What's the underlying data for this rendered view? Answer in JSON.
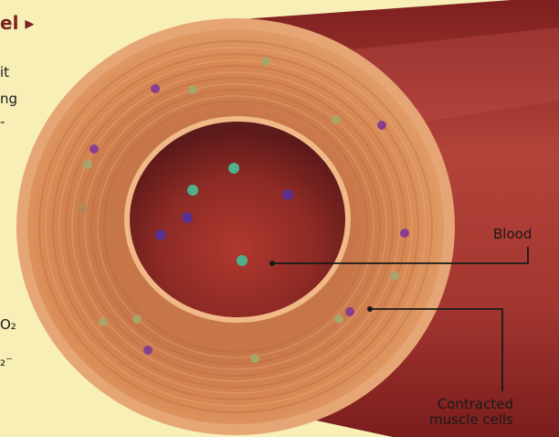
{
  "left_edge_text": {
    "heading": "el ▸",
    "line1": "it",
    "line2": "ng",
    "line3": "-",
    "line4": "O₂",
    "line5": "₂⁻"
  },
  "labels": {
    "blood": "Blood",
    "muscle_line1": "Contracted",
    "muscle_line2": "muscle cells"
  },
  "colors": {
    "background": "#f7efb6",
    "vessel_exterior": "#a93a30",
    "vessel_wall": "#d98a55",
    "lumen_blood": "#8e2a25",
    "particle_green": "#4fb08a",
    "particle_purple": "#6a3fa0",
    "particle_olive": "#a8a46a"
  }
}
